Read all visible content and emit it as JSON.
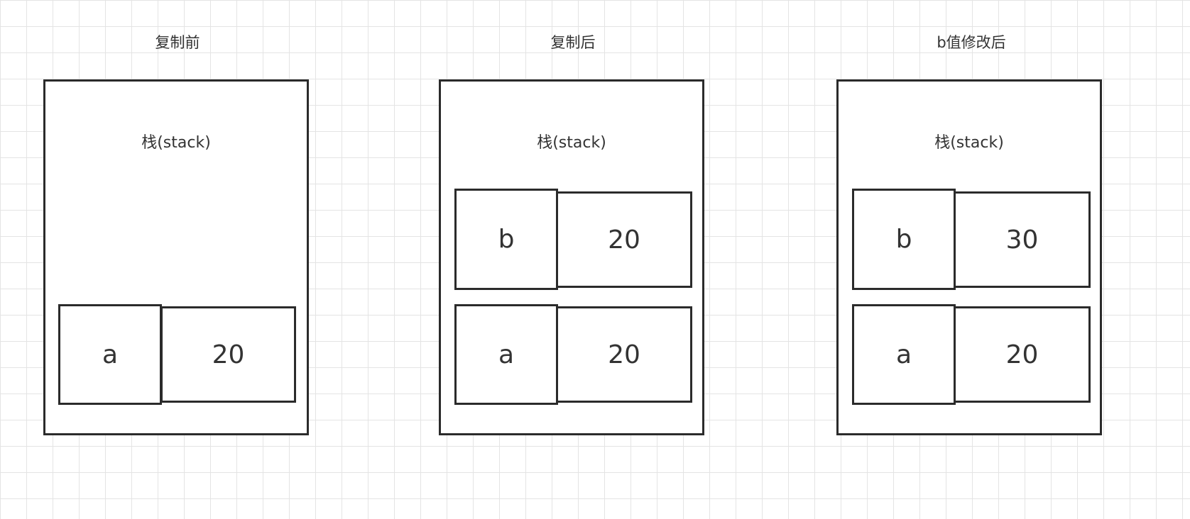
{
  "panels": [
    {
      "title": "复制前",
      "stack_label": "栈(stack)",
      "rows": [
        {
          "name": "a",
          "value": "20"
        }
      ]
    },
    {
      "title": "复制后",
      "stack_label": "栈(stack)",
      "rows": [
        {
          "name": "b",
          "value": "20"
        },
        {
          "name": "a",
          "value": "20"
        }
      ]
    },
    {
      "title": "b值修改后",
      "stack_label": "栈(stack)",
      "rows": [
        {
          "name": "b",
          "value": "30"
        },
        {
          "name": "a",
          "value": "20"
        }
      ]
    }
  ],
  "colors": {
    "stroke": "#2b2b2b",
    "text": "#333333",
    "grid": "#e4e4e4",
    "background": "#ffffff"
  }
}
